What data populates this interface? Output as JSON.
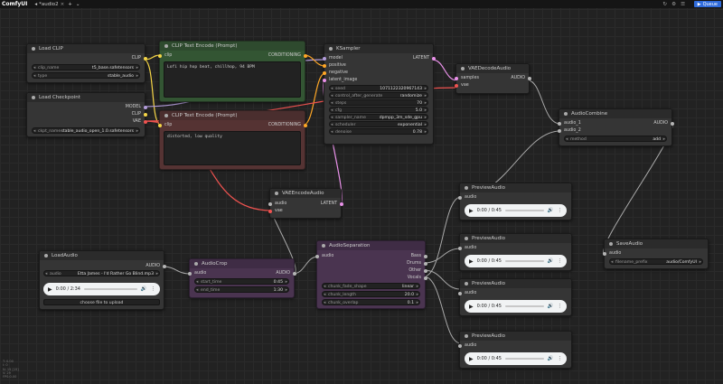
{
  "app": {
    "name": "ComfyUI",
    "tab": "*audio2"
  },
  "topbar": {
    "queue_label": "Queue"
  },
  "colors": {
    "clip": "#f5d547",
    "model": "#b39ddb",
    "vae": "#ef5350",
    "conditioning": "#ffa726",
    "latent": "#e991e9",
    "audio": "#b5b5b5",
    "string": "#8bc34a"
  },
  "nodes": {
    "load_clip": {
      "title": "Load CLIP",
      "out_clip": "CLIP",
      "clip_name_label": "clip_name",
      "clip_name": "t5_base.safetensors",
      "type_label": "type",
      "type": "stable_audio"
    },
    "load_checkpoint": {
      "title": "Load Checkpoint",
      "out_model": "MODEL",
      "out_clip": "CLIP",
      "out_vae": "VAE",
      "ckpt_label": "ckpt_name",
      "ckpt": "stable_audio_open_1.0.safetensors"
    },
    "clip_pos": {
      "title": "CLIP Text Encode (Prompt)",
      "in_clip": "clip",
      "out": "CONDITIONING",
      "text": "Lofi hip hop beat, chillhop, 94 BPM"
    },
    "clip_neg": {
      "title": "CLIP Text Encode (Prompt)",
      "in_clip": "clip",
      "out": "CONDITIONING",
      "text": "distorted, low quality"
    },
    "ksampler": {
      "title": "KSampler",
      "in_model": "model",
      "in_positive": "positive",
      "in_negative": "negative",
      "in_latent": "latent_image",
      "out": "LATENT",
      "widgets": [
        {
          "label": "seed",
          "value": "1071122320967143"
        },
        {
          "label": "control_after_generate",
          "value": "randomize"
        },
        {
          "label": "steps",
          "value": "70"
        },
        {
          "label": "cfg",
          "value": "5.0"
        },
        {
          "label": "sampler_name",
          "value": "dpmpp_3m_sde_gpu"
        },
        {
          "label": "scheduler",
          "value": "exponential"
        },
        {
          "label": "denoise",
          "value": "0.78"
        }
      ]
    },
    "vae_decode": {
      "title": "VAEDecodeAudio",
      "in_samples": "samples",
      "in_vae": "vae",
      "out": "AUDIO"
    },
    "audio_combine": {
      "title": "AudioCombine",
      "in_audio1": "audio_1",
      "in_audio2": "audio_2",
      "out": "AUDIO",
      "method_label": "method",
      "method": "add"
    },
    "vae_encode": {
      "title": "VAEEncodeAudio",
      "in_audio": "audio",
      "in_vae": "vae",
      "out": "LATENT"
    },
    "load_audio": {
      "title": "LoadAudio",
      "out": "AUDIO",
      "audio_label": "audio",
      "audio": "Etta James - I'd Rather Go Blind.mp3",
      "time": "0:00 / 2:34",
      "upload": "choose file to upload"
    },
    "audio_crop": {
      "title": "AudioCrop",
      "in_audio": "audio",
      "out": "AUDIO",
      "start_label": "start_time",
      "start": "0:45",
      "end_label": "end_time",
      "end": "1:30"
    },
    "audio_sep": {
      "title": "AudioSeparation",
      "in_audio": "audio",
      "out_bass": "Bass",
      "out_drums": "Drums",
      "out_other": "Other",
      "out_vocals": "Vocals",
      "widgets": [
        {
          "label": "chunk_fade_shape",
          "value": "linear"
        },
        {
          "label": "chunk_length",
          "value": "20.0"
        },
        {
          "label": "chunk_overlap",
          "value": "0.1"
        }
      ]
    },
    "preview1": {
      "title": "PreviewAudio",
      "in": "audio",
      "time": "0:00 / 0:45"
    },
    "preview2": {
      "title": "PreviewAudio",
      "in": "audio",
      "time": "0:00 / 0:45"
    },
    "preview3": {
      "title": "PreviewAudio",
      "in": "audio",
      "time": "0:00 / 0:45"
    },
    "preview4": {
      "title": "PreviewAudio",
      "in": "audio",
      "time": "0:00 / 0:45"
    },
    "save_audio": {
      "title": "SaveAudio",
      "in": "audio",
      "prefix_label": "filename_prefix",
      "prefix": "audio/ComfyUI"
    }
  },
  "minimap": {
    "lines": [
      "T: 0.00",
      "I: 0",
      "N: 15 [15]",
      "V: 29",
      "FPS:0.00"
    ]
  }
}
